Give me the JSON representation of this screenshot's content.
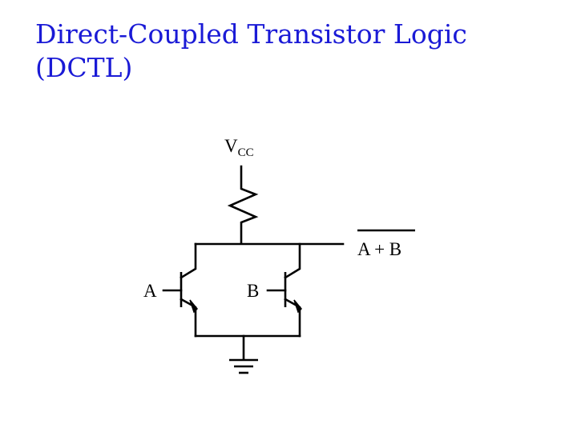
{
  "slide": {
    "title_line1": "Direct-Coupled Transistor Logic",
    "title_line2": "(DCTL)"
  },
  "circuit": {
    "supply_label": "V",
    "supply_subscript": "CC",
    "output_label": "A + B",
    "input_a_label": "A",
    "input_b_label": "B"
  },
  "colors": {
    "title": "#1a1ad6",
    "lines": "#000000"
  },
  "icons": {
    "resistor": "resistor-icon",
    "transistor_a": "npn-transistor-icon",
    "transistor_b": "npn-transistor-icon",
    "ground": "ground-icon"
  }
}
